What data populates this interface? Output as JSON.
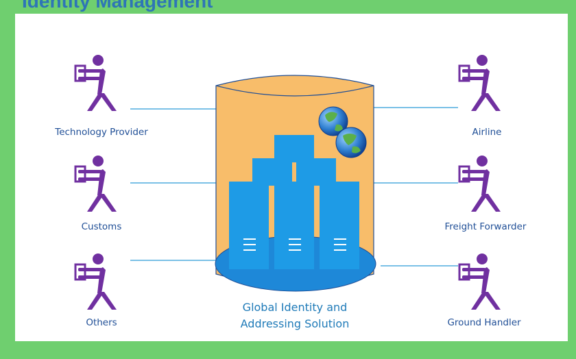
{
  "diagram": {
    "title": "Identity Management",
    "caption_line1": "Global Identity and",
    "caption_line2": "Addressing Solution",
    "colors": {
      "frame": "#6fcf6f",
      "actor": "#7030a0",
      "connector": "#2a9bd6",
      "cylinder_fill": "#f8bd6a",
      "cylinder_stroke": "#1f4e96",
      "disk": "#1e88d8",
      "server": "#1e9be6",
      "caption": "#1e7ab8",
      "label": "#1f4e96"
    },
    "left_actors": [
      {
        "label": "Technology Provider",
        "icon": "person-holding-box-icon"
      },
      {
        "label": "Customs",
        "icon": "person-holding-box-icon"
      },
      {
        "label": "Others",
        "icon": "person-holding-box-icon"
      }
    ],
    "right_actors": [
      {
        "label": "Airline",
        "icon": "person-holding-box-icon"
      },
      {
        "label": "Freight Forwarder",
        "icon": "person-holding-box-icon"
      },
      {
        "label": "Ground Handler",
        "icon": "person-holding-box-icon"
      }
    ],
    "central_icons": [
      "database-cylinder-icon",
      "server-stack-icon",
      "globe-icon"
    ]
  }
}
